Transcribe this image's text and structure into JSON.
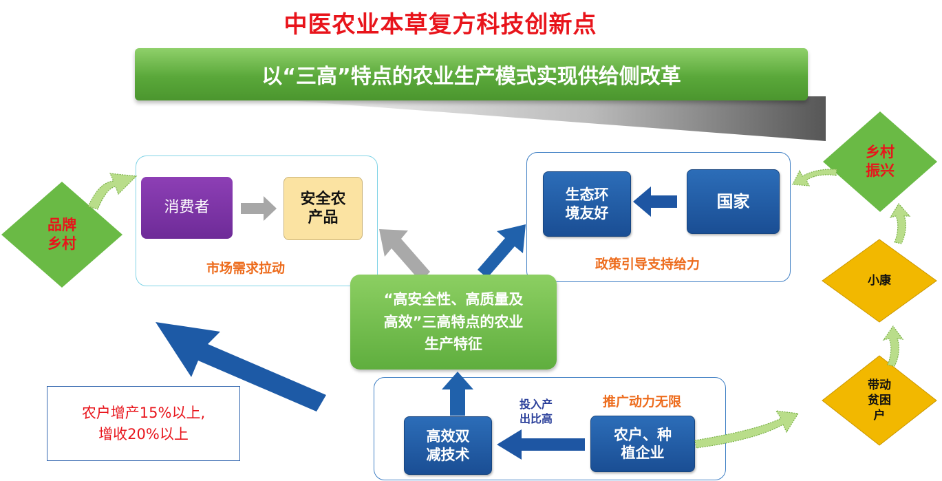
{
  "title": "中医农业本草复方科技创新点",
  "banner": "以“三高”特点的农业生产模式实现供给侧改革",
  "market_panel": {
    "consumer": "消费者",
    "safe_products": [
      "安全农",
      "产品"
    ],
    "label": "市场需求拉动"
  },
  "policy_panel": {
    "eco": [
      "生态环",
      "境友好"
    ],
    "state": "国家",
    "label": "政策引导支持给力"
  },
  "center": [
    "“高安全性、高质量及",
    "高效”三高特点的农业",
    "生产特征"
  ],
  "promo_panel": {
    "tech": [
      "高效双",
      "减技术"
    ],
    "farmers": [
      "农户、种",
      "植企业"
    ],
    "ratio": [
      "投入产",
      "出比高"
    ],
    "label": "推广动力无限"
  },
  "diamonds": {
    "brand_village": [
      "品牌",
      "乡村"
    ],
    "rural_revival": [
      "乡村",
      "振兴"
    ],
    "xiaokang": "小康",
    "poverty": [
      "带动",
      "贫困",
      "户"
    ]
  },
  "note": [
    "农户增产15%以上,",
    "增收20%以上"
  ],
  "colors": {
    "green": "#5fae3e",
    "blue": "#1a4e94",
    "yellow_diamond": "#f2b800",
    "green_diamond": "#6aba45",
    "red": "#e8141b",
    "orange": "#ed6c1d"
  }
}
